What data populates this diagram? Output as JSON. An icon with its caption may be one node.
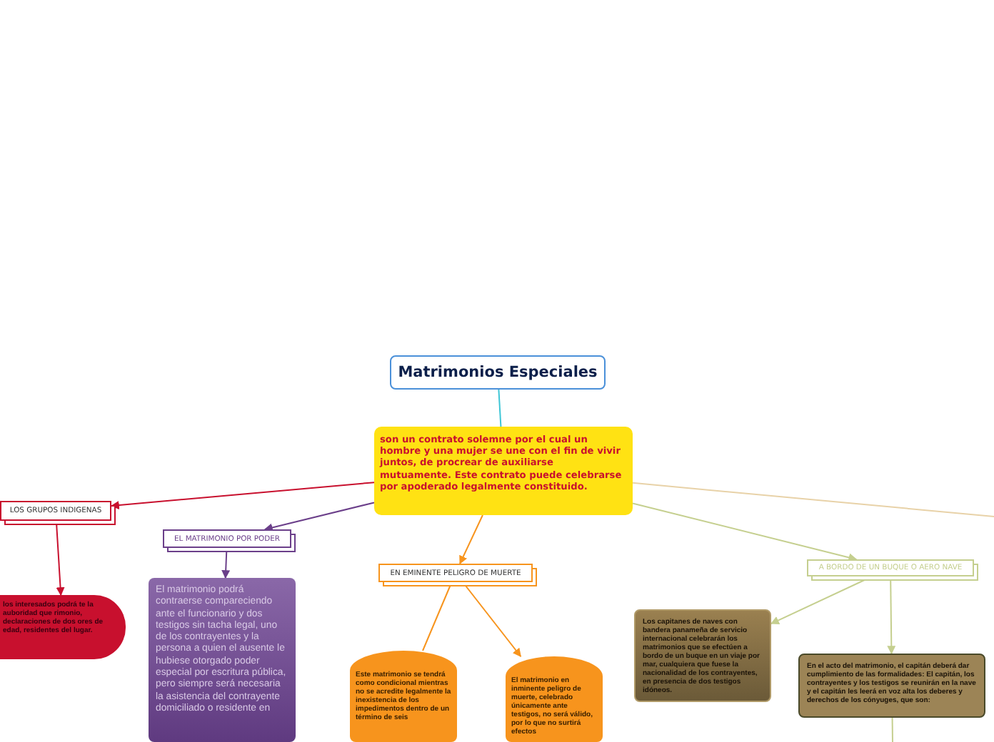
{
  "diagram": {
    "nodes": [
      {
        "text": [
          "Matrimonios Especiales"
        ]
      },
      {
        "text": [
          "son un contrato solemne por el cual un hombre y una mujer se une con el fin de vivir juntos, de procrear de auxiliarse mutuamente. Este contrato puede celebrarse por apoderado legalmente constituido."
        ]
      },
      {
        "text": [
          "LOS GRUPOS INDIGENAS"
        ]
      },
      {
        "text": [
          "EL MATRIMONIO POR PODER"
        ]
      },
      {
        "text": [
          "EN EMINENTE PELIGRO DE MUERTE"
        ]
      },
      {
        "text": [
          "A BORDO DE UN BUQUE O AERO NAVE"
        ]
      },
      {
        "text": [
          "los interesados podrá te la auboridad que rimonio, declaraciones de dos ores de edad, residentes del lugar."
        ]
      },
      {
        "text": [
          "El matrimonio podrá contraerse compareciendo ante el funcionario y dos testigos sin tacha legal, uno de los contrayentes y la persona a quien el ausente le hubiese otorgado poder especial por escritura pública, pero siempre será necesaria la asistencia del contrayente domiciliado o residente en"
        ]
      },
      {
        "text": [
          "Este matrimonio se tendrá como condicional mientras no se acredite legalmente la inexistencia de los impedimentos dentro de un término de seis"
        ]
      },
      {
        "text": [
          "El matrimonio en inminente peligro de muerte, celebrado únicamente ante testigos, no será válido, por lo que no surtirá efectos"
        ]
      },
      {
        "text": [
          "Los capitanes de naves con bandera panameña de servicio internacional celebrarán los matrimonios que se efectúen a bordo de un buque en un viaje por mar, cualquiera que fuese la nacionalidad de los contrayentes, en presencia de dos testigos idóneos."
        ]
      },
      {
        "text": [
          "En el acto del matrimonio, el capitán deberá dar cumplimiento de las formalidades: El capitán, los contrayentes y los testigos se reunirán en la nave y el capitán les leerá en voz alta los deberes y derechos de los cónyuges, que son:"
        ]
      }
    ],
    "edges": [
      {
        "from": 0,
        "to": 1,
        "arrow": "none",
        "color": "#3ec6d6"
      },
      {
        "from": 1,
        "to": 2,
        "arrow": "to",
        "color": "#c8102e"
      },
      {
        "from": 1,
        "to": 3,
        "arrow": "to",
        "color": "#6b3f8a"
      },
      {
        "from": 1,
        "to": 4,
        "arrow": "to",
        "color": "#f7941d"
      },
      {
        "from": 1,
        "to": 5,
        "arrow": "to",
        "color": "#c5cf8f"
      },
      {
        "from": 1,
        "to": null,
        "arrow": "none",
        "color": "#e8d2a8"
      },
      {
        "from": 2,
        "to": 6,
        "arrow": "to",
        "color": "#c8102e"
      },
      {
        "from": 3,
        "to": 7,
        "arrow": "to",
        "color": "#6b3f8a"
      },
      {
        "from": 4,
        "to": 8,
        "arrow": "none",
        "color": "#f7941d"
      },
      {
        "from": 4,
        "to": 9,
        "arrow": "to",
        "color": "#f7941d"
      },
      {
        "from": 5,
        "to": 10,
        "arrow": "to",
        "color": "#c5cf8f"
      },
      {
        "from": 5,
        "to": 11,
        "arrow": "to",
        "color": "#c5cf8f"
      },
      {
        "from": 11,
        "to": null,
        "arrow": "none",
        "color": "#c5cf8f"
      }
    ]
  }
}
